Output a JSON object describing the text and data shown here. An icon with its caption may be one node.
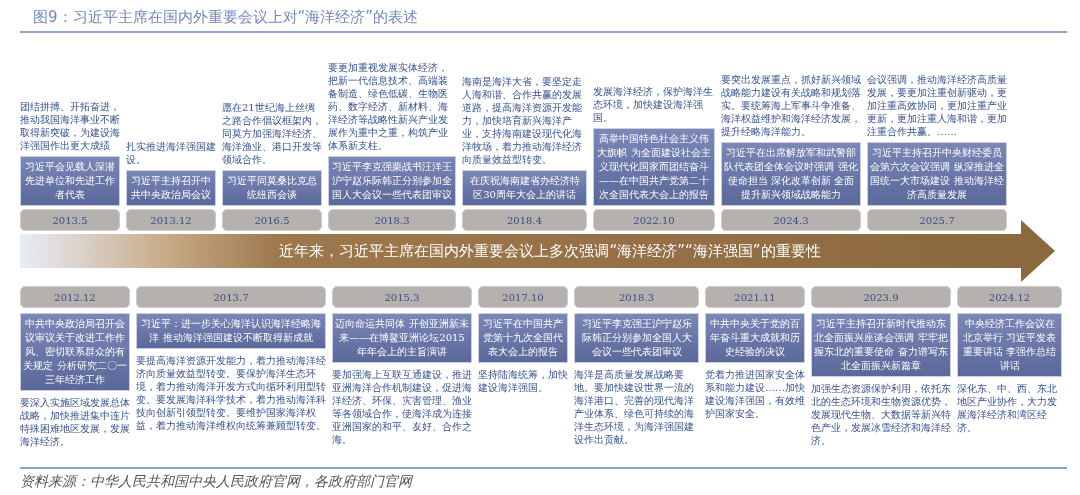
{
  "diagram": {
    "title": "图9：习近平主席在国内外重要会议上对“海洋经济”的表述",
    "nodes": [
      {
        "text": [
          "习近平会见载人深潜先进单位和先进工作者代表"
        ],
        "beside": [
          "团结拼搏、开拓奋进，推动我国海洋事业不断取得新突破，为建设海洋强国作出更大成绩"
        ]
      },
      {
        "text": [
          "2013.5"
        ]
      },
      {
        "text": [
          "习近平主持召开中共中央政治局会议"
        ],
        "beside": [
          "扎实推进海洋强国建设。"
        ]
      },
      {
        "text": [
          "2013.12"
        ]
      },
      {
        "text": [
          "习近平同莫桑比克总统纽西会谈"
        ],
        "beside": [
          "愿在21世纪海上丝绸之路合作倡议框架内，同莫方加强海洋经济、海洋渔业、港口开发等领域合作。"
        ]
      },
      {
        "text": [
          "2016.5"
        ]
      },
      {
        "text": [
          "习近平李克强栗战书汪洋王沪宁赵乐际韩正分别参加全国人大会议一些代表团审议"
        ],
        "beside": [
          "要更加重视发展实体经济，把新一代信息技术、高端装备制造、绿色低碳、生物医药、数字经济、新材料、海洋经济等战略性新兴产业发展作为重中之重，构筑产业体系新支柱。"
        ]
      },
      {
        "text": [
          "2018.3"
        ]
      },
      {
        "text": [
          "在庆祝海南建省办经济特区30周年大会上的讲话"
        ],
        "beside": [
          "海南是海洋大省，要坚定走人海和谐、合作共赢的发展道路，提高海洋资源开发能力，加快培育新兴海洋产业，支持海南建设现代化海洋牧场，着力推动海洋经济向质量效益型转变。"
        ]
      },
      {
        "text": [
          "2018.4"
        ]
      },
      {
        "text": [
          "高举中国特色社会主义伟大旗帜 为全面建设社会主义现代化国家而团结奋斗——在中国共产党第二十次全国代表大会上的报告"
        ],
        "beside": [
          "发展海洋经济，保护海洋生态环境，加快建设海洋强国。"
        ]
      },
      {
        "text": [
          "2022.10"
        ]
      },
      {
        "text": [
          "习近平在出席解放军和武警部队代表团全体会议时强调 强化使命担当 深化改革创新 全面提升新兴领域战略能力"
        ],
        "beside": [
          "要突出发展重点，抓好新兴领域战略能力建设有关战略和规划落实。要统筹海上军事斗争准备、海洋权益维护和海洋经济发展，提升经略海洋能力。"
        ]
      },
      {
        "text": [
          "2024.3"
        ]
      },
      {
        "text": [
          "习近平主持召开中央财经委员会第六次会议强调 纵深推进全国统一大市场建设 推动海洋经济高质量发展"
        ],
        "beside": [
          "会议强调，推动海洋经济高质量发展，要更加注重创新驱动，更加注重高效协同，更加注重产业更新，更加注重人海和谐，更加注重合作共赢。……"
        ]
      },
      {
        "text": [
          "2025.7"
        ]
      },
      {
        "text": [
          "近年来，习近平主席在国内外重要会议上多次强调“海洋经济”“海洋强国”的重要性"
        ]
      },
      {
        "text": [
          "2012.12"
        ]
      },
      {
        "text": [
          "中共中央政治局召开会议审议关于改进工作作风、密切联系群众的有关规定 分析研究二〇一三年经济工作"
        ],
        "beside": [
          "要深入实施区域发展总体战略，加快推进集中连片特殊困难地区发展，发展海洋经济。"
        ]
      },
      {
        "text": [
          "2013.7"
        ]
      },
      {
        "text": [
          "习近平：进一步关心海洋认识海洋经略海洋 推动海洋强国建设不断取得新成就"
        ],
        "beside": [
          "要提高海洋资源开发能力，着力推动海洋经济向质量效益型转变。要保护海洋生态环境，着力推动海洋开发方式向循环利用型转变。要发展海洋科学技术，着力推动海洋科技向创新引领型转变。要维护国家海洋权益，着力推动海洋维权向统筹兼顾型转变。"
        ]
      },
      {
        "text": [
          "2015.3"
        ]
      },
      {
        "text": [
          "迈向命运共同体 开创亚洲新未来——在博鳌亚洲论坛2015年年会上的主旨演讲"
        ],
        "beside": [
          "要加强海上互联互通建设，推进亚洲海洋合作机制建设，促进海洋经济、环保、灾害管理、渔业等各领域合作，使海洋成为连接亚洲国家的和平、友好、合作之海。"
        ]
      },
      {
        "text": [
          "2017.10"
        ]
      },
      {
        "text": [
          "习近平在中国共产党第十九次全国代表大会上的报告"
        ],
        "beside": [
          "坚持陆海统筹，加快建设海洋强国。"
        ]
      },
      {
        "text": [
          "2018.3"
        ]
      },
      {
        "text": [
          "习近平李克强王沪宁赵乐际韩正分别参加全国人大会议一些代表团审议"
        ],
        "beside": [
          "海洋是高质量发展战略要地。要加快建设世界一流的海洋港口、完善的现代海洋产业体系、绿色可持续的海洋生态环境，为海洋强国建设作出贡献。"
        ]
      },
      {
        "text": [
          "2021.11"
        ]
      },
      {
        "text": [
          "中共中央关于党的百年奋斗重大成就和历史经验的决议"
        ],
        "beside": [
          "党着力推进国家安全体系和能力建设……加快建设海洋强国，有效维护国家安全。"
        ]
      },
      {
        "text": [
          "2023.9"
        ]
      },
      {
        "text": [
          "习近平主持召开新时代推动东北全面振兴座谈会强调 牢牢把握东北的重要使命 奋力谱写东北全面振兴新篇章"
        ],
        "beside": [
          "加强生态资源保护利用，依托东北的生态环境和生物资源优势，发展现代生物、大数据等新兴特色产业，发展冰雪经济和海洋经济。"
        ]
      },
      {
        "text": [
          "2024.12"
        ]
      },
      {
        "text": [
          "中央经济工作会议在北京举行 习近平发表重要讲话 李强作总结讲话"
        ],
        "beside": [
          "深化东、中、西、东北地区产业协作，大力发展海洋经济和湾区经济。"
        ]
      }
    ],
    "caption": "资料来源：中华人民共和国中央人民政府官网，各政府部门官网"
  }
}
